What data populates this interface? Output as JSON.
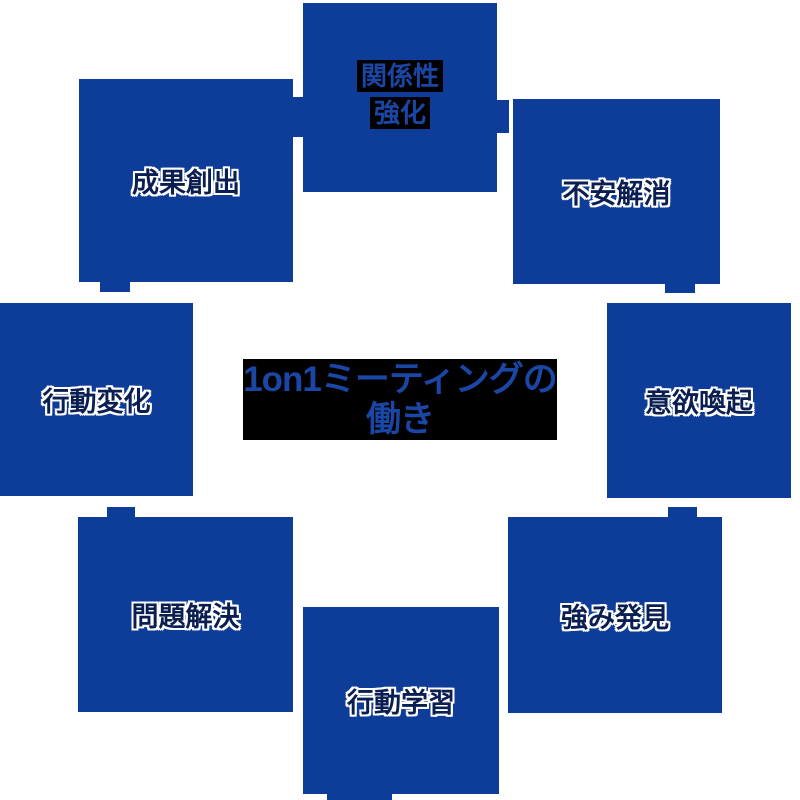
{
  "diagram": {
    "title": {
      "line1": "1on1ミーティングの",
      "line2": "働き",
      "full": "1on1ミーティングの働き"
    },
    "nodes": [
      {
        "id": "relationship-strengthening",
        "label": "関係性強化",
        "line1": "関係性",
        "line2": "強化",
        "position": "top",
        "highlighted": true
      },
      {
        "id": "anxiety-relief",
        "label": "不安解消",
        "position": "top-right"
      },
      {
        "id": "motivation-arousal",
        "label": "意欲喚起",
        "position": "right"
      },
      {
        "id": "strength-discovery",
        "label": "強み発見",
        "position": "bottom-right"
      },
      {
        "id": "action-learning",
        "label": "行動学習",
        "position": "bottom"
      },
      {
        "id": "problem-solving",
        "label": "問題解決",
        "position": "bottom-left"
      },
      {
        "id": "behavior-change",
        "label": "行動変化",
        "position": "left"
      },
      {
        "id": "results-creation",
        "label": "成果創出",
        "position": "top-left"
      }
    ],
    "colors": {
      "node_blue": "#0E3C99",
      "label_text": "#0A1E52",
      "label_halo": "#FFFFFF",
      "highlight_bg": "#000000",
      "highlight_text": "#1A46A5",
      "background": "#FFFFFF"
    }
  }
}
